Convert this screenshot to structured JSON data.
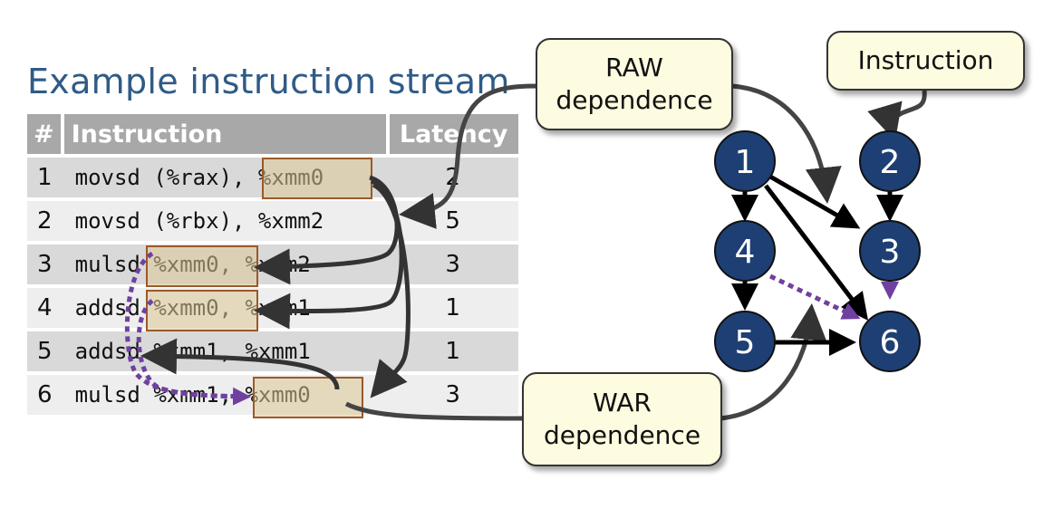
{
  "title": "Example instruction stream",
  "table": {
    "headers": {
      "num": "#",
      "instruction": "Instruction",
      "latency": "Latency"
    },
    "rows": [
      {
        "num": "1",
        "instruction": "movsd (%rax), %xmm0",
        "latency": "2"
      },
      {
        "num": "2",
        "instruction": "movsd (%rbx), %xmm2",
        "latency": "5"
      },
      {
        "num": "3",
        "instruction": "mulsd %xmm0, %xmm2",
        "latency": "3"
      },
      {
        "num": "4",
        "instruction": "addsd %xmm0, %xmm1",
        "latency": "1"
      },
      {
        "num": "5",
        "instruction": "addsd %xmm1, %xmm1",
        "latency": "1"
      },
      {
        "num": "6",
        "instruction": "mulsd %xmm1, %xmm0",
        "latency": "3"
      }
    ]
  },
  "callouts": {
    "raw": [
      "RAW",
      "dependence"
    ],
    "war": [
      "WAR",
      "dependence"
    ],
    "instruction": "Instruction"
  },
  "graph": {
    "nodes": [
      "1",
      "2",
      "3",
      "4",
      "5",
      "6"
    ],
    "raw_edges": [
      [
        "1",
        "4"
      ],
      [
        "1",
        "3"
      ],
      [
        "1",
        "6"
      ],
      [
        "2",
        "3"
      ],
      [
        "4",
        "5"
      ],
      [
        "5",
        "6"
      ]
    ],
    "war_edges": [
      [
        "4",
        "6"
      ],
      [
        "3",
        "6"
      ]
    ]
  },
  "colors": {
    "title": "#2f5b86",
    "node_fill": "#1e3f73",
    "raw_edge": "#000000",
    "war_edge": "#7040a0",
    "callout_fill": "#fdfbe0",
    "connector": "#444444"
  }
}
